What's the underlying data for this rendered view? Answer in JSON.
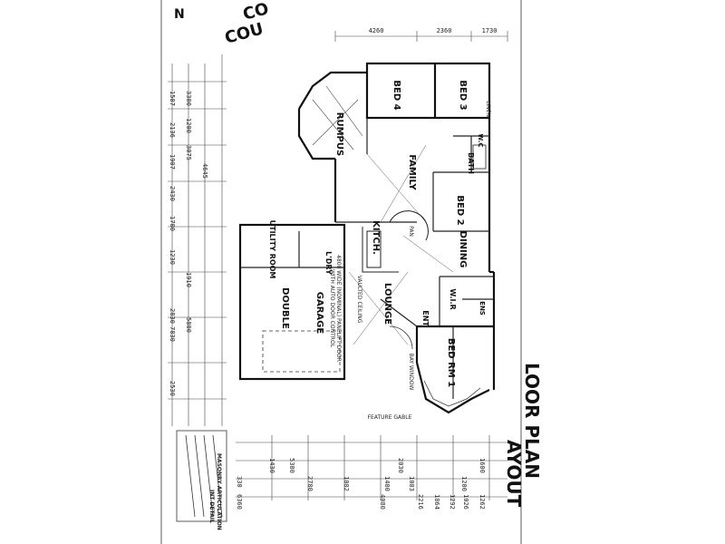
{
  "sheet": {
    "title_line1": "LOOR PLAN",
    "title_line2": "AYOUT",
    "council_line1": "COU",
    "council_line2": "CO",
    "north_mark": "N",
    "notes": {
      "masonry_title": "MASONRY ARTICULATION",
      "masonry_sub": "INT DETAIL"
    }
  },
  "rooms": {
    "bed4": "BED 4",
    "bed3": "BED 3",
    "rumpus": "RUMPUS",
    "family": "FAMILY",
    "bed2": "BED 2",
    "bath": "BATH",
    "wc": "W.C",
    "kitch": "KITCH.",
    "dining": "DINING",
    "utility": "UTILITY ROOM",
    "ldry": "L'DRY",
    "double": "DOUBLE",
    "garage": "GARAGE",
    "lounge": "LOUNGE",
    "ent": "ENT.",
    "wir": "W.I.R",
    "bedrm1": "BED RM 1",
    "ens": "ENS"
  },
  "annotations": {
    "garage_door": "4800 WIDE (NOMINAL) PANELIFT DOOR",
    "auto_door": "WITH AUTO DOOR CONTROL",
    "feature_gable": "FEATURE GABLE",
    "lounge_ceiling": "VAULTED CEILING",
    "bay_window": "BAY WINDOW",
    "linen": "LINEN",
    "pantry": "PAN"
  },
  "dimensions": {
    "left_outer": [
      "1507",
      "2136",
      "1907",
      "2430",
      "1700",
      "1230",
      "2830",
      "2530"
    ],
    "left_inner": [
      "3300",
      "1200",
      "4645",
      "1910",
      "3075",
      "5800",
      "7830"
    ],
    "bottom_row1": [
      "6360",
      "4080",
      "2216",
      "1864",
      "1292",
      "1026",
      "1262"
    ],
    "bottom_row2": [
      "330",
      "2700",
      "1002",
      "1400",
      "1003",
      "1200"
    ],
    "bottom_row3": [
      "5300",
      "1430",
      "2030",
      "1600"
    ],
    "top_row": [
      "4260",
      "2360",
      "1730"
    ]
  }
}
